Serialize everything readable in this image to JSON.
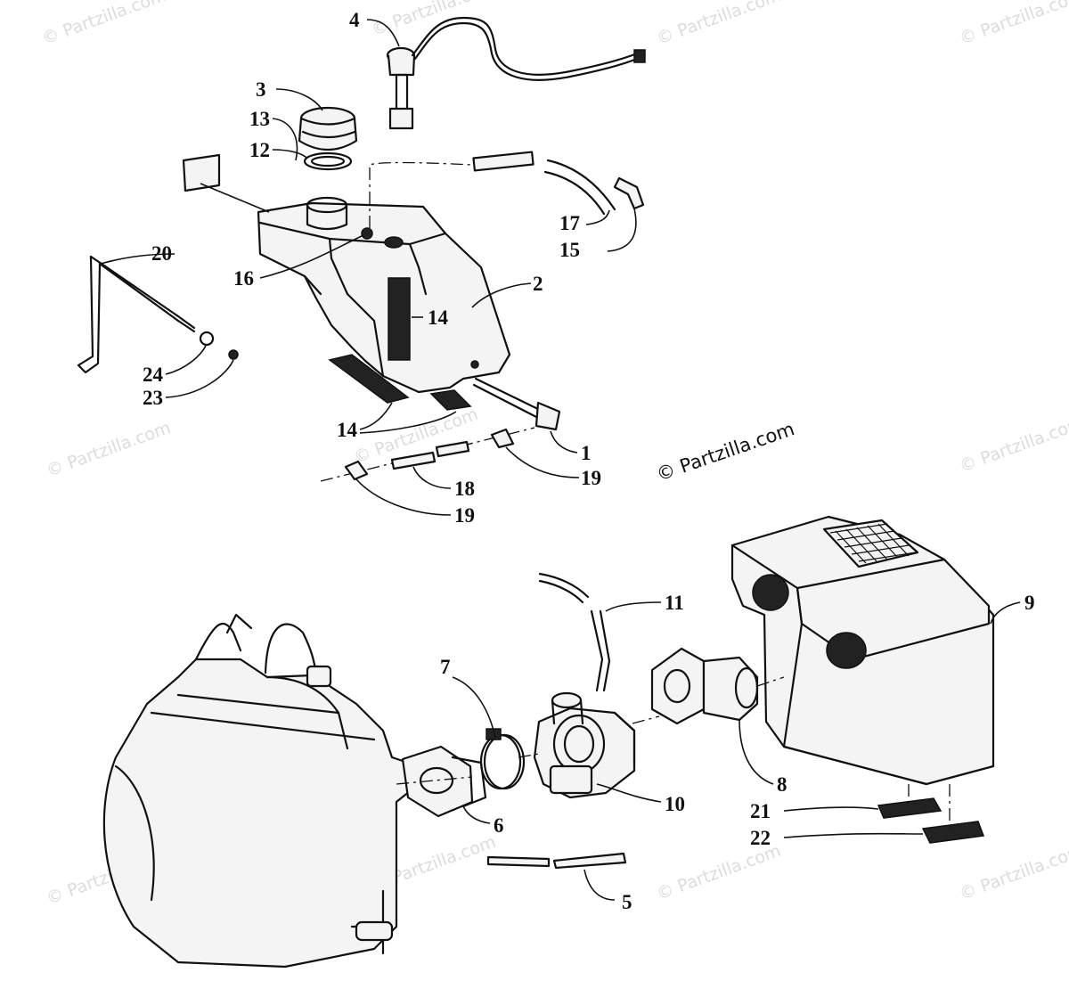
{
  "copyright": "© Partzilla.com",
  "watermark": "© Partzilla.com",
  "callouts": {
    "p1": "1",
    "p2": "2",
    "p3": "3",
    "p4": "4",
    "p5": "5",
    "p6": "6",
    "p7": "7",
    "p8": "8",
    "p9": "9",
    "p10": "10",
    "p11": "11",
    "p12": "12",
    "p13": "13",
    "p14a": "14",
    "p14b": "14",
    "p15": "15",
    "p16": "16",
    "p17": "17",
    "p18": "18",
    "p19a": "19",
    "p19b": "19",
    "p20": "20",
    "p21": "21",
    "p22": "22",
    "p23": "23",
    "p24": "24"
  }
}
